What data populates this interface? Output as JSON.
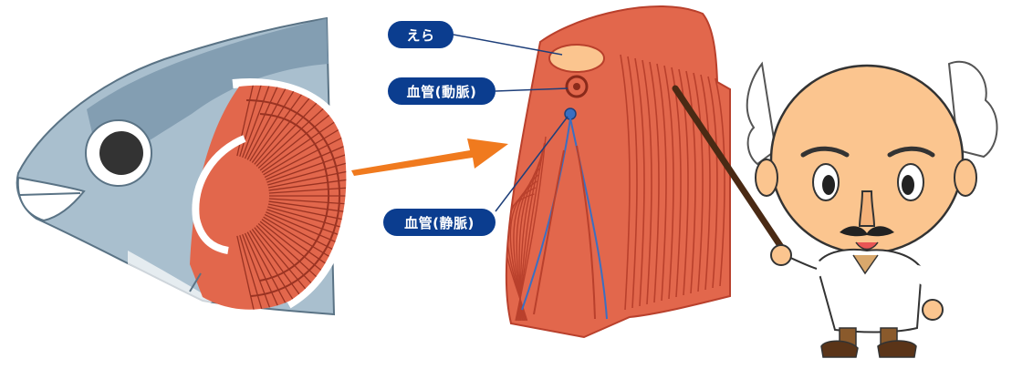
{
  "labels": {
    "gill": "えら",
    "artery": "血管(動脈)",
    "vein": "血管(静脈)"
  },
  "colors": {
    "label_bg": "#0b3d8f",
    "gill_red": "#e2674c",
    "gill_dark": "#b9402c",
    "fish_body": "#a9bfce",
    "fish_dark": "#7c98ad",
    "arrow": "#f07a1e",
    "vessel_blue": "#3a6fc2",
    "skin": "#fbc58f"
  },
  "icons": {
    "fish": "fish-head-icon",
    "arrow": "orange-arrow-icon",
    "character": "professor-character-icon"
  }
}
